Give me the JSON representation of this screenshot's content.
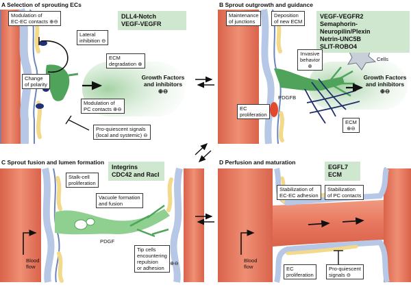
{
  "panels": {
    "a": {
      "title": "A  Selection of sprouting ECs",
      "pathway": "DLL4-Notch\nVEGF-VEGFR",
      "labels": {
        "modulation_ecec": "Modulation of\nEC-EC contacts ⊕⊖",
        "lateral_inhibition": "Lateral\ninhibition ⊖",
        "ecm_degradation": "ECM\ndegradation ⊕",
        "change_polarity": "Change\nof polarity",
        "modulation_pc": "Modulation of\nPC contacts ⊕⊖",
        "pro_quiescent": "Pro-quiescent signals\n(local and systemic)  ⊖",
        "growth_factors": "Growth Factors\nand inhibitors\n⊕⊖"
      }
    },
    "b": {
      "title": "B  Sprout outgrowth and guidance",
      "pathway": "VEGF-VEGFR2\nSemaphorin-Neuropilin/Plexin\nNetrin-UNC5B\nSLIT-ROBO4",
      "labels": {
        "maintenance": "Maintenance\nof junctions",
        "deposition": "Deposition\nof new ECM",
        "invasive": "Invasive\nbehavior\n⊕",
        "cells": "Cells",
        "ec_proliferation": "EC\nproliferation",
        "pdgfb": "PDGFB",
        "ecm": "ECM\n⊕⊖",
        "growth_factors": "Growth Factors\nand inhibitors\n⊕⊖"
      }
    },
    "c": {
      "title": "C  Sprout fusion and lumen formation",
      "pathway": "Integrins\nCDC42 and RacI",
      "labels": {
        "stalk": "Stalk-cell\nproliferation",
        "vacuole": "Vacuole formation\nand fusion",
        "pdgf": "PDGF",
        "tip_cells": "Tip cells\nencountering\nrepulsion\nor adhesion",
        "tip_signs": "⊕⊖",
        "blood_flow": "Blood\nflow"
      }
    },
    "d": {
      "title": "D  Perfusion and maturation",
      "pathway": "EGFL7\nECM",
      "labels": {
        "stab_ecec": "Stabilization of\nEC-EC adhesion",
        "stab_pc": "Stabilization\nof PC contacts",
        "blood_flow": "Blood\nflow",
        "ec_prolif": "EC\nproliferation",
        "pro_quiescent": "Pro-quiescent\nsignals ⊖"
      }
    }
  },
  "colors": {
    "vessel_red": "#e8775f",
    "vessel_dark": "#c8503a",
    "ec_layer": "#b7c7e6",
    "ec_dark": "#6b84bf",
    "pericyte_yellow": "#f3d98a",
    "sprout_green": "#4fa35a",
    "gradient_green": "#cfe6cf",
    "ecm_navy": "#1e2d6b",
    "nucleus_navy": "#22307a"
  }
}
